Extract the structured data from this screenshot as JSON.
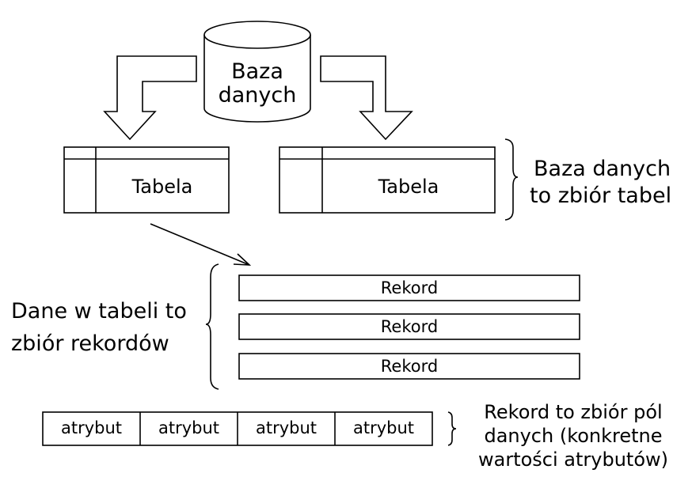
{
  "diagram": {
    "database": {
      "line1": "Baza",
      "line2": "danych"
    },
    "tables": [
      {
        "label": "Tabela"
      },
      {
        "label": "Tabela"
      }
    ],
    "records": [
      {
        "label": "Rekord"
      },
      {
        "label": "Rekord"
      },
      {
        "label": "Rekord"
      }
    ],
    "attributes": [
      {
        "label": "atrybut"
      },
      {
        "label": "atrybut"
      },
      {
        "label": "atrybut"
      },
      {
        "label": "atrybut"
      }
    ],
    "annotations": {
      "database": {
        "line1": "Baza danych",
        "line2": "to zbiór tabel"
      },
      "table": {
        "line1": "Dane w tabeli to",
        "line2": "zbiór rekordów"
      },
      "record": {
        "line1": "Rekord to zbiór pól",
        "line2": "danych (konkretne",
        "line3": "wartości atrybutów)"
      }
    }
  }
}
